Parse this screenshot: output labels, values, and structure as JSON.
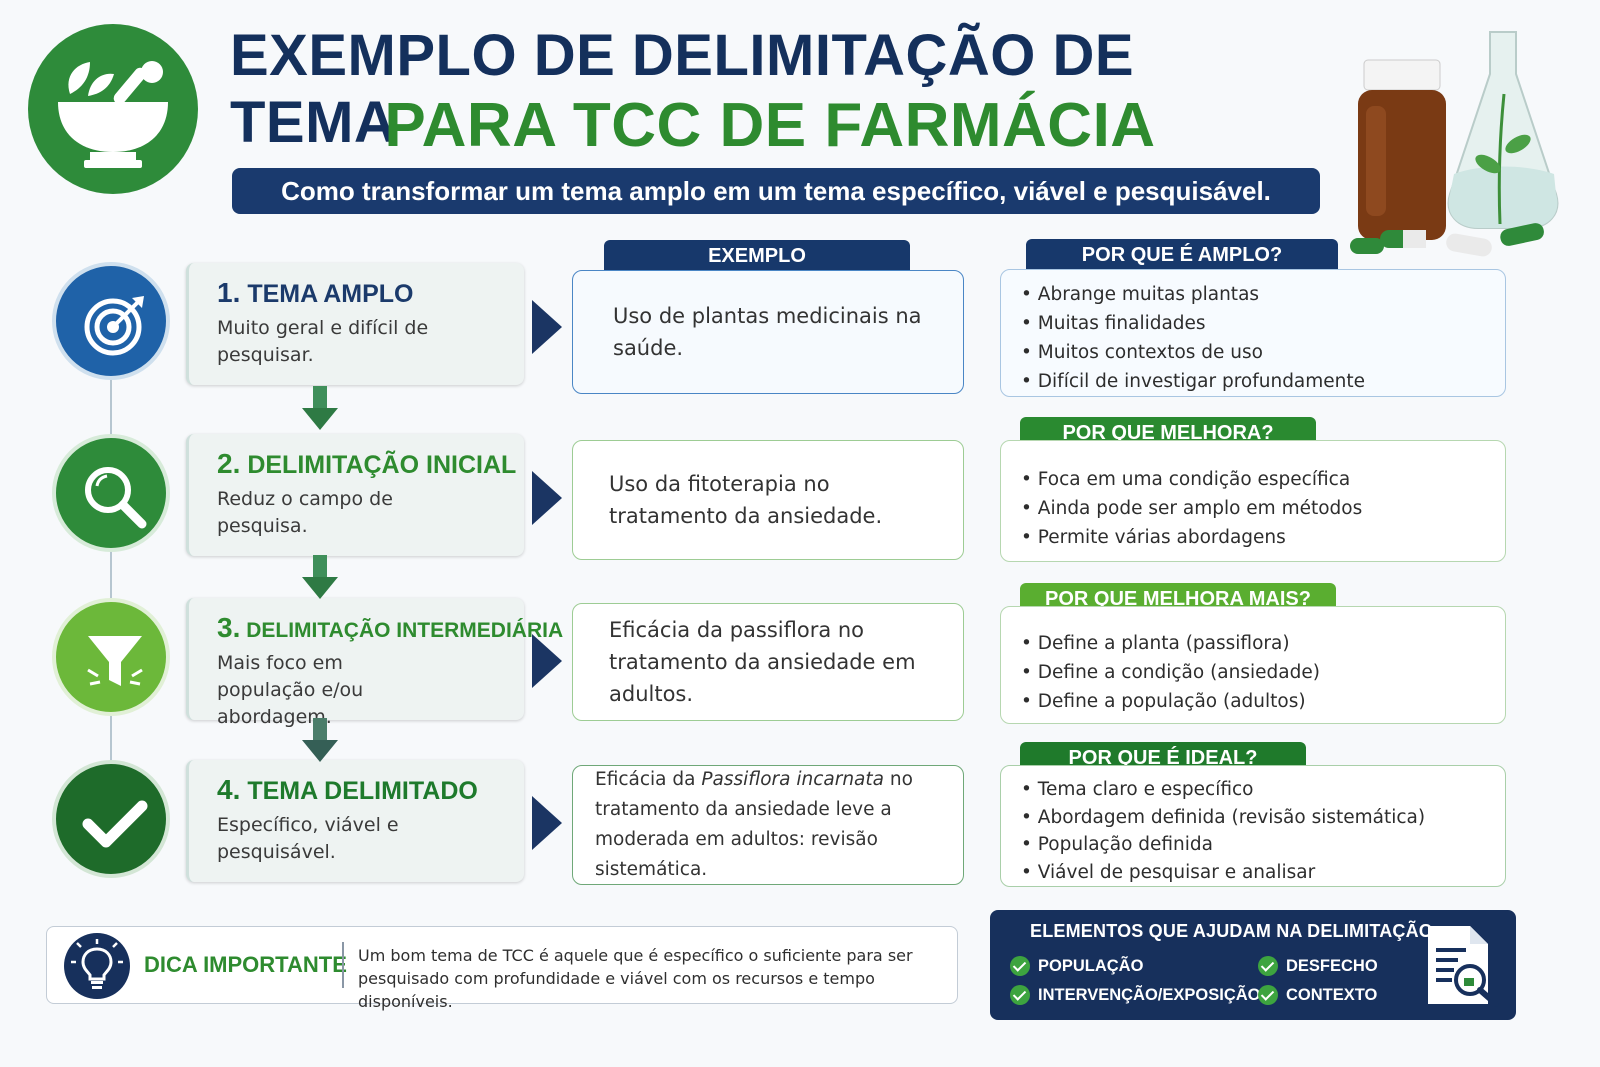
{
  "header": {
    "title_line1": "EXEMPLO DE DELIMITAÇÃO DE TEMA",
    "title_line2": "PARA TCC DE FARMÁCIA",
    "subtitle": "Como transformar um tema amplo em um tema específico, viável e pesquisável."
  },
  "colors": {
    "navy": "#17305c",
    "blue": "#1f62a8",
    "green": "#2e8b2f",
    "light_green": "#6cb83a",
    "dark_green": "#1e6b2a"
  },
  "example_header": "EXEMPLO",
  "steps": [
    {
      "num": "1.",
      "title": "TEMA AMPLO",
      "desc": "Muito geral e difícil de pesquisar.",
      "icon": "target-icon",
      "example": "Uso de plantas medicinais na saúde.",
      "why_title": "POR QUE É AMPLO?",
      "why_items": [
        "Abrange muitas plantas",
        "Muitas finalidades",
        "Muitos contextos de uso",
        "Difícil de investigar profundamente"
      ]
    },
    {
      "num": "2.",
      "title": "DELIMITAÇÃO INICIAL",
      "desc": "Reduz o campo de pesquisa.",
      "icon": "magnifier-icon",
      "example": "Uso da fitoterapia no tratamento da ansiedade.",
      "why_title": "POR QUE MELHORA?",
      "why_items": [
        "Foca em uma condição específica",
        "Ainda pode ser amplo em métodos",
        "Permite várias abordagens"
      ]
    },
    {
      "num": "3.",
      "title": "DELIMITAÇÃO INTERMEDIÁRIA",
      "desc": "Mais foco em população e/ou abordagem.",
      "icon": "funnel-icon",
      "example": "Eficácia da passiflora no tratamento da ansiedade em adultos.",
      "why_title": "POR QUE MELHORA MAIS?",
      "why_items": [
        "Define a planta (passiflora)",
        "Define a condição (ansiedade)",
        "Define a população (adultos)"
      ]
    },
    {
      "num": "4.",
      "title": "TEMA DELIMITADO",
      "desc": "Específico, viável e pesquisável.",
      "icon": "checkmark-icon",
      "example_pre": "Eficácia da ",
      "example_italic": "Passiflora incarnata",
      "example_post": " no tratamento da ansiedade leve a moderada em adultos: revisão sistemática.",
      "why_title": "POR QUE É IDEAL?",
      "why_items": [
        "Tema claro e específico",
        "Abordagem definida (revisão sistemática)",
        "População definida",
        "Viável de pesquisar e analisar"
      ]
    }
  ],
  "tip": {
    "label": "DICA IMPORTANTE",
    "text": "Um bom tema de TCC é aquele que é específico o suficiente para ser pesquisado com profundidade e viável com os recursos e tempo disponíveis."
  },
  "elements": {
    "title": "ELEMENTOS QUE AJUDAM NA DELIMITAÇÃO",
    "items": [
      "POPULAÇÃO",
      "DESFECHO",
      "INTERVENÇÃO/EXPOSIÇÃO",
      "CONTEXTO"
    ]
  }
}
